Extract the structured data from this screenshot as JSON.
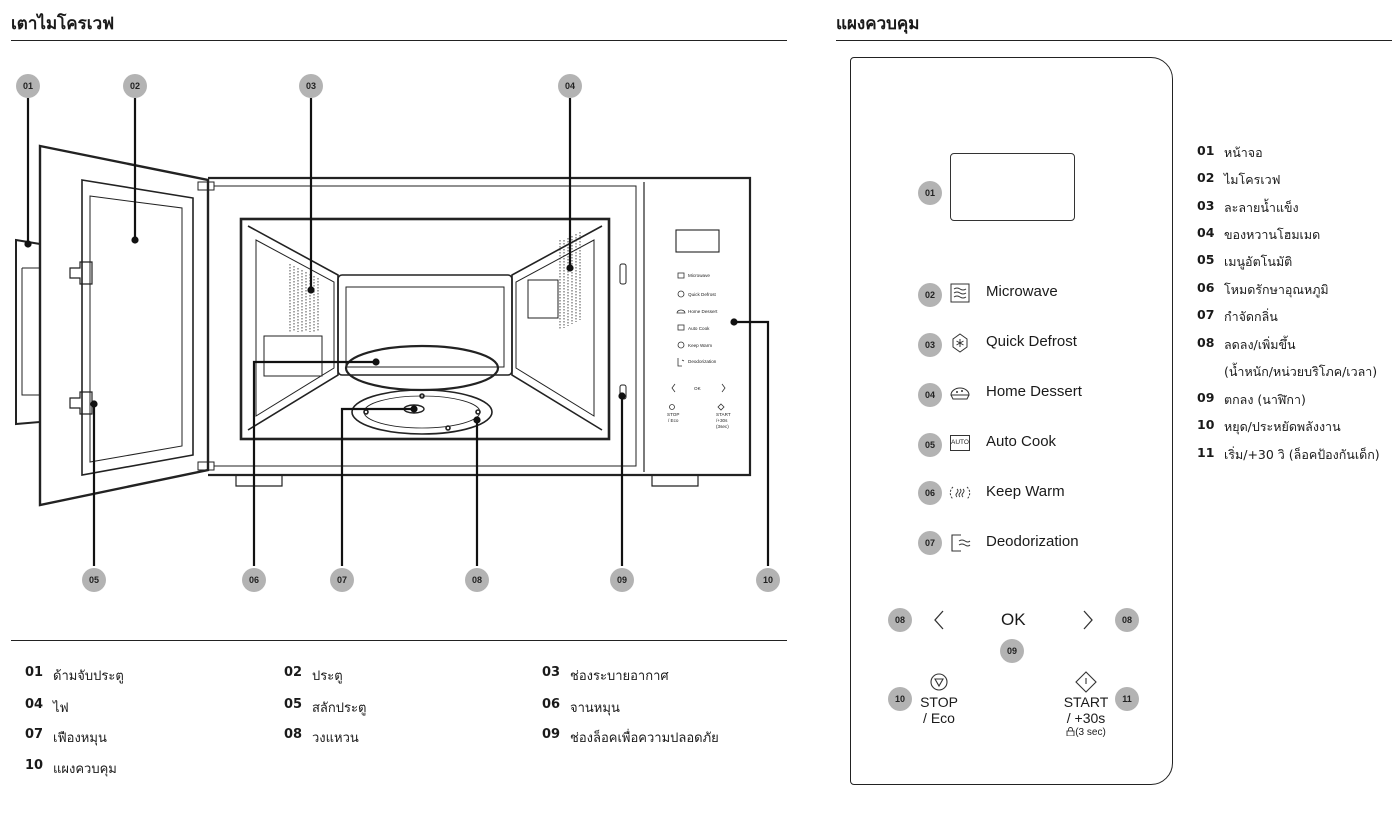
{
  "left_section": {
    "title": "เตาไมโครเวฟ",
    "callouts": [
      "01",
      "02",
      "03",
      "04",
      "05",
      "06",
      "07",
      "08",
      "09",
      "10"
    ],
    "legend": [
      {
        "num": "01",
        "label": "ด้ามจับประตู"
      },
      {
        "num": "02",
        "label": "ประตู"
      },
      {
        "num": "03",
        "label": "ช่องระบายอากาศ"
      },
      {
        "num": "04",
        "label": "ไฟ"
      },
      {
        "num": "05",
        "label": "สลักประตู"
      },
      {
        "num": "06",
        "label": "จานหมุน"
      },
      {
        "num": "07",
        "label": "เฟืองหมุน"
      },
      {
        "num": "08",
        "label": "วงแหวน"
      },
      {
        "num": "09",
        "label": "ช่องล็อคเพื่อความปลอดภัย"
      },
      {
        "num": "10",
        "label": "แผงควบคุม"
      }
    ],
    "mini_panel": {
      "items": [
        "Microwave",
        "Quick Defrost",
        "Home Dessert",
        "Auto Cook",
        "Keep Warm",
        "Deodorization"
      ],
      "ok": "OK",
      "stop": "STOP",
      "stop2": "/ Eco",
      "start": "START",
      "start2": "/+30s",
      "start3": "(3sec)"
    }
  },
  "right_section": {
    "title": "แผงควบคุม",
    "panel": {
      "callouts": {
        "display": "01",
        "microwave": "02",
        "defrost": "03",
        "dessert": "04",
        "autocook": "05",
        "keepwarm": "06",
        "deodor": "07",
        "left": "08",
        "right": "08",
        "ok": "09",
        "stop": "10",
        "start": "11"
      },
      "menu": [
        {
          "label": "Microwave",
          "icon": "microwave-waves-icon"
        },
        {
          "label": "Quick Defrost",
          "icon": "defrost-icon"
        },
        {
          "label": "Home Dessert",
          "icon": "dessert-pie-icon"
        },
        {
          "label": "Auto Cook",
          "icon": "auto-icon"
        },
        {
          "label": "Keep Warm",
          "icon": "keep-warm-icon"
        },
        {
          "label": "Deodorization",
          "icon": "deodorization-icon"
        }
      ],
      "auto_icon_text": "AUTO",
      "ok": "OK",
      "stop": "STOP",
      "stop2": "/ Eco",
      "start": "START",
      "start2": "/ +30s",
      "start3": "(3 sec)"
    },
    "legend": [
      {
        "num": "01",
        "label": "หน้าจอ"
      },
      {
        "num": "02",
        "label": "ไมโครเวฟ"
      },
      {
        "num": "03",
        "label": "ละลายน้ำแข็ง"
      },
      {
        "num": "04",
        "label": "ของหวานโฮมเมด"
      },
      {
        "num": "05",
        "label": "เมนูอัตโนมัติ"
      },
      {
        "num": "06",
        "label": "โหมดรักษาอุณหภูมิ"
      },
      {
        "num": "07",
        "label": "กำจัดกลิ่น"
      },
      {
        "num": "08",
        "label": "ลดลง/เพิ่มขึ้น"
      },
      {
        "num": "",
        "label": "(น้ำหนัก/หน่วยบริโภค/เวลา)"
      },
      {
        "num": "09",
        "label": "ตกลง (นาฬิกา)"
      },
      {
        "num": "10",
        "label": "หยุด/ประหยัดพลังงาน"
      },
      {
        "num": "11",
        "label": "เริ่ม/+30 วิ (ล็อคป้องกันเด็ก)"
      }
    ]
  },
  "colors": {
    "callout": "#b3b3b3",
    "line": "#222222"
  }
}
